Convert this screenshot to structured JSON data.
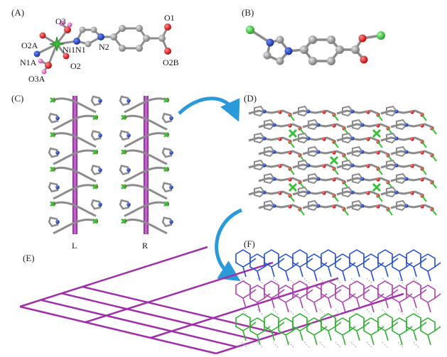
{
  "panels": {
    "a": "(A)",
    "b": "(B)",
    "c": "(C)",
    "d": "(D)",
    "e": "(E)",
    "f": "(F)"
  },
  "atoms": {
    "o3": "O3",
    "o2a": "O2A",
    "ni1n1": "Ni1N1",
    "n2": "N2",
    "n1a": "N1A",
    "o2": "O2",
    "o3a": "O3A",
    "o1": "O1",
    "o2b": "O2B"
  },
  "helices": {
    "left": "L",
    "right": "R"
  },
  "colors": {
    "carbon": "#8c8c8c",
    "nitrogen": "#1f3fb0",
    "oxygen": "#e02020",
    "nickel": "#38c038",
    "water_o": "#e070c8",
    "helix_axis": "#a83ab0",
    "arrow": "#2a9ad8",
    "layer_blue": "#2450d0",
    "layer_magenta": "#b040b0",
    "layer_green": "#30b030",
    "grid": "#a030a8"
  }
}
